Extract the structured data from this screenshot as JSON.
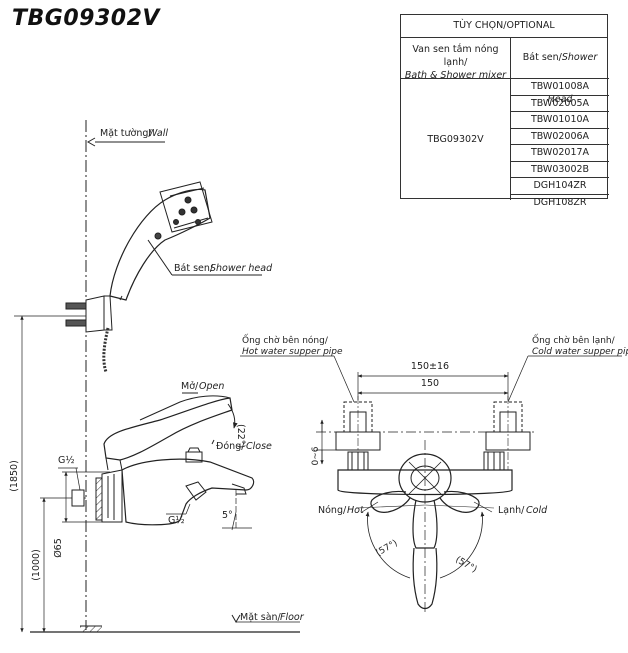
{
  "title": "TBG09302V",
  "optional_table": {
    "header": "TÙY CHỌN/OPTIONAL",
    "col1_header_vn": "Van sen tắm nóng lạnh/",
    "col1_header_en": "Bath & Shower mixer",
    "col2_header_vn": "Bát sen/",
    "col2_header_en": "Shower Head",
    "model": "TBG09302V",
    "shower_heads": [
      "TBW01008A",
      "TBW02005A",
      "TBW01010A",
      "TBW02006A",
      "TBW02017A",
      "TBW03002B",
      "DGH104ZR",
      "DGH108ZR"
    ]
  },
  "labels": {
    "wall_vn": "Mặt tường/",
    "wall_en": "Wall",
    "shower_head_vn": "Bát sen/",
    "shower_head_en": "Shower head",
    "open_vn": "Mở/ ",
    "open_en": "Open",
    "close_vn": "Đóng/ ",
    "close_en": "Close",
    "angle_22": "(22°)",
    "g_half_1": "G½",
    "g_half_2": "G½",
    "angle_5": "5°",
    "dim_1850": "(1850)",
    "dim_1000": "(1000)",
    "dim_65": "Ø65",
    "floor_vn": "Mặt sàn/ ",
    "floor_en": "Floor",
    "hot_pipe_vn": "Ống chờ bên nóng/",
    "hot_pipe_en": "Hot water supper pipe",
    "cold_pipe_vn": "Ống chờ bên lạnh/",
    "cold_pipe_en": "Cold water supper pipe",
    "dim_150_16": "150±16",
    "dim_150": "150",
    "dim_0_6": "0~6",
    "hot_vn": "Nóng/ ",
    "hot_en": "Hot",
    "cold_vn": "Lạnh/ ",
    "cold_en": "Cold",
    "angle_57_left": "(57°)",
    "angle_57_right": "(57°)"
  }
}
